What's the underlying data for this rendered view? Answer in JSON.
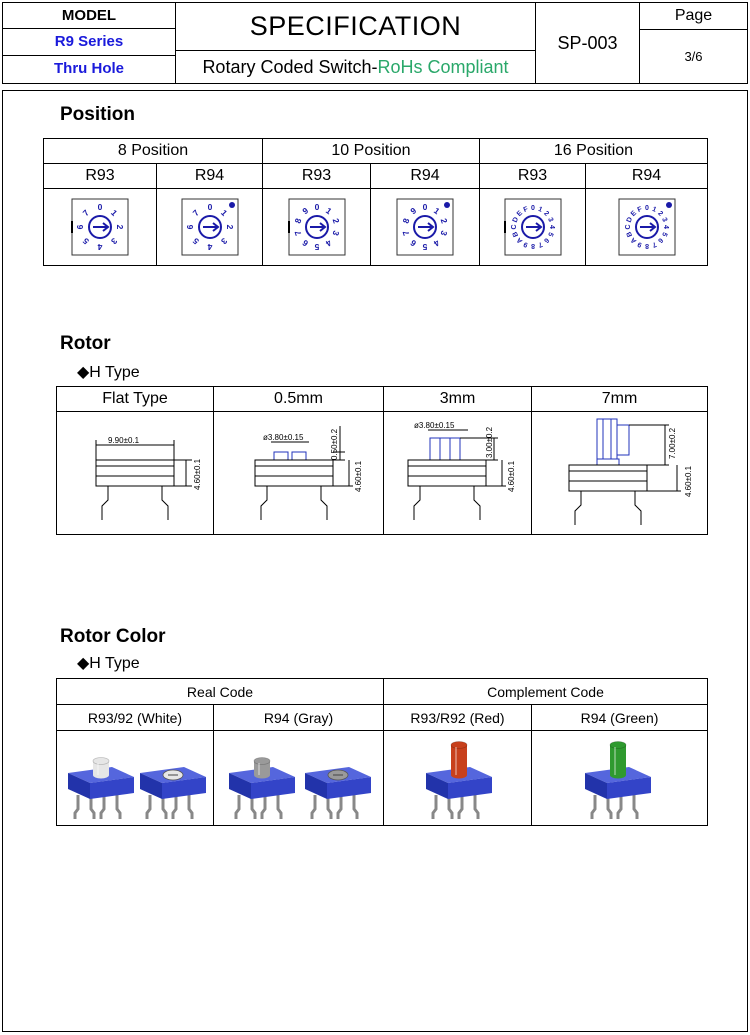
{
  "header": {
    "model_label": "MODEL",
    "series": "R9 Series",
    "mount": "Thru Hole",
    "spec_title": "SPECIFICATION",
    "subtitle_main": "Rotary Coded Switch-",
    "subtitle_green": "RoHs Compliant",
    "doc_no": "SP-003",
    "page_label": "Page",
    "page_no": "3/6"
  },
  "position": {
    "title": "Position",
    "groups": [
      "8 Position",
      "10 Position",
      "16 Position"
    ],
    "models": [
      "R93",
      "R94",
      "R93",
      "R94",
      "R93",
      "R94"
    ],
    "dials": [
      {
        "digits": [
          "0",
          "1",
          "2",
          "3",
          "4",
          "5",
          "6",
          "7"
        ]
      },
      {
        "digits": [
          "0",
          "1",
          "2",
          "3",
          "4",
          "5",
          "6",
          "7"
        ]
      },
      {
        "digits": [
          "0",
          "1",
          "2",
          "3",
          "4",
          "5",
          "6",
          "7",
          "8",
          "9"
        ]
      },
      {
        "digits": [
          "0",
          "1",
          "2",
          "3",
          "4",
          "5",
          "6",
          "7",
          "8",
          "9"
        ]
      },
      {
        "digits": [
          "0",
          "1",
          "2",
          "3",
          "4",
          "5",
          "6",
          "7",
          "8",
          "9",
          "A",
          "B",
          "C",
          "D",
          "E",
          "F"
        ]
      },
      {
        "digits": [
          "0",
          "1",
          "2",
          "3",
          "4",
          "5",
          "6",
          "7",
          "8",
          "9",
          "A",
          "B",
          "C",
          "D",
          "E",
          "F"
        ]
      }
    ],
    "dial_color": "#1a1aa8"
  },
  "rotor": {
    "title": "Rotor",
    "type_label": "◆H Type",
    "columns": [
      "Flat Type",
      "0.5mm",
      "3mm",
      "7mm"
    ],
    "dims": {
      "flat": {
        "width": "9.90±0.1",
        "height": "4.60±0.1"
      },
      "r05": {
        "dia": "ø3.80±0.15",
        "shaft": "0.50±0.2",
        "height": "4.60±0.1"
      },
      "r3": {
        "dia": "ø3.80±0.15",
        "shaft": "3.00±0.2",
        "height": "4.60±0.1"
      },
      "r7": {
        "shaft": "7.00±0.2",
        "height": "4.60±0.1"
      }
    }
  },
  "rotor_color": {
    "title": "Rotor Color",
    "type_label": "◆H Type",
    "groups": [
      "Real Code",
      "Complement Code"
    ],
    "variants": [
      "R93/92 (White)",
      "R94 (Gray)",
      "R93/R92 (Red)",
      "R94 (Green)"
    ],
    "colors": {
      "body": "#3344c8",
      "white": "#e6e6e6",
      "gray": "#9a9a9a",
      "red": "#c8401c",
      "green": "#2f9a2f"
    }
  }
}
